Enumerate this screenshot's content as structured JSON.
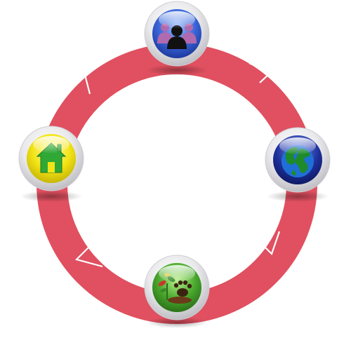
{
  "diagram": {
    "type": "cycle",
    "ring_color": "#e05060",
    "arrow_color": "#ffffff",
    "nodes": [
      {
        "id": "people",
        "icon": "people-group-icon",
        "color": "#2a55c8"
      },
      {
        "id": "globe",
        "icon": "globe-icon",
        "color": "#1f3aa8"
      },
      {
        "id": "nature",
        "icon": "plant-paw-icon",
        "color": "#48a030"
      },
      {
        "id": "home",
        "icon": "home-icon",
        "color": "#f0e010"
      }
    ],
    "flow": [
      "people",
      "globe",
      "nature",
      "home",
      "people"
    ]
  }
}
